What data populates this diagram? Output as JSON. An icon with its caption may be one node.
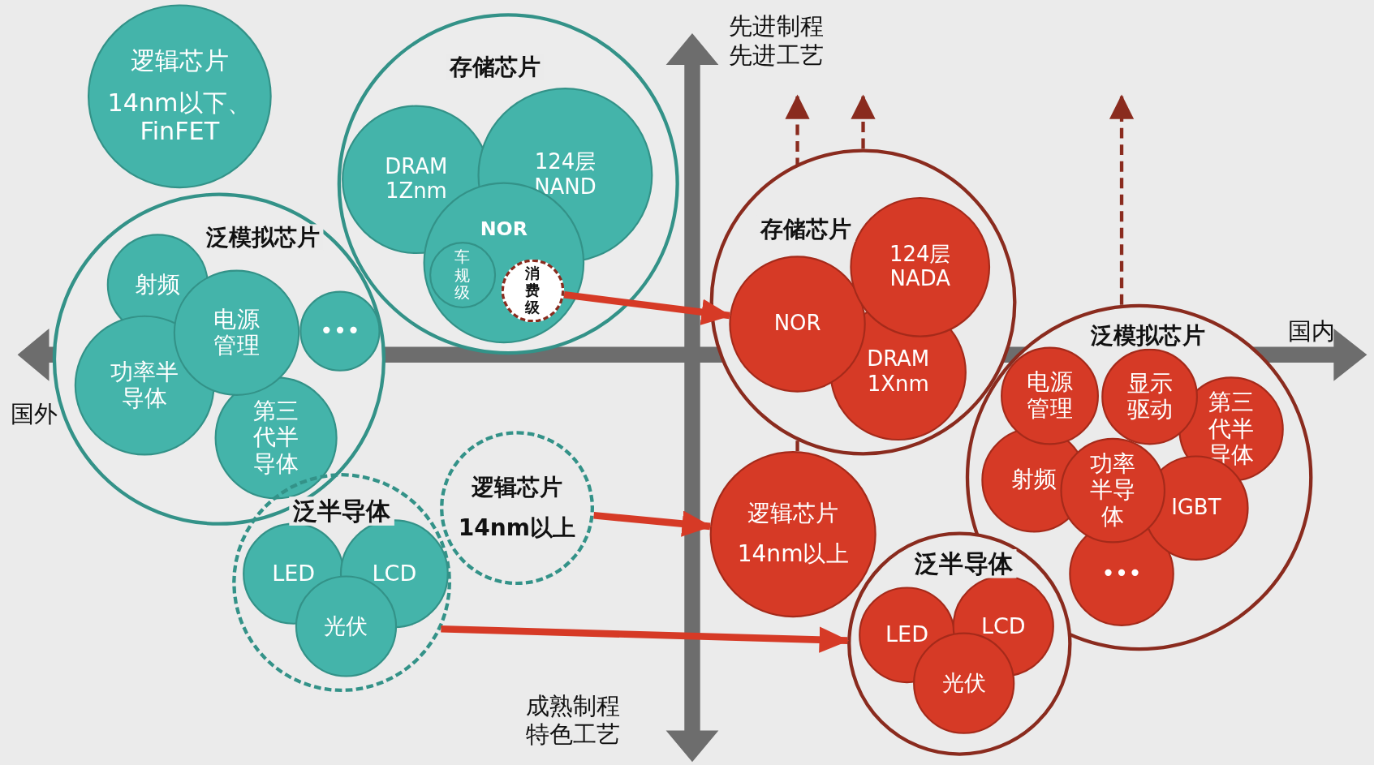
{
  "diagram": {
    "nodes": [
      {
        "text": [
          "逻辑芯片",
          "14nm以下、FinFET"
        ]
      },
      {
        "text": [
          "存储芯片"
        ]
      },
      {
        "text": [
          "DRAM 1Znm"
        ],
        "in": 1
      },
      {
        "text": [
          "124层 NAND"
        ],
        "in": 1
      },
      {
        "text": [
          "NOR"
        ],
        "in": 1
      },
      {
        "text": [
          "车规级"
        ],
        "in": 4
      },
      {
        "text": [
          "消费级"
        ],
        "in": 4
      },
      {
        "text": [
          "泛模拟芯片"
        ]
      },
      {
        "text": [
          "射频"
        ],
        "in": 7
      },
      {
        "text": [
          "电源管理"
        ],
        "in": 7
      },
      {
        "text": [
          "•••"
        ],
        "in": 7
      },
      {
        "text": [
          "功率半导体"
        ],
        "in": 7
      },
      {
        "text": [
          "第三代半导体"
        ],
        "in": 7
      },
      {
        "text": [
          "逻辑芯片",
          "14nm以上"
        ]
      },
      {
        "text": [
          "泛半导体"
        ]
      },
      {
        "text": [
          "LED"
        ],
        "in": 14
      },
      {
        "text": [
          "LCD"
        ],
        "in": 14
      },
      {
        "text": [
          "光伏"
        ],
        "in": 14
      },
      {
        "text": [
          "存储芯片"
        ]
      },
      {
        "text": [
          "124层 NADA"
        ],
        "in": 18
      },
      {
        "text": [
          "NOR"
        ],
        "in": 18
      },
      {
        "text": [
          "DRAM 1Xnm"
        ],
        "in": 18
      },
      {
        "text": [
          "逻辑芯片",
          "14nm以上"
        ]
      },
      {
        "text": [
          "泛模拟芯片"
        ]
      },
      {
        "text": [
          "电源管理"
        ],
        "in": 23
      },
      {
        "text": [
          "显示驱动"
        ],
        "in": 23
      },
      {
        "text": [
          "第三代半导体"
        ],
        "in": 23
      },
      {
        "text": [
          "射频"
        ],
        "in": 23
      },
      {
        "text": [
          "功率半导体"
        ],
        "in": 23
      },
      {
        "text": [
          "IGBT"
        ],
        "in": 23
      },
      {
        "text": [
          "•••"
        ],
        "in": 23
      },
      {
        "text": [
          "泛半导体"
        ]
      },
      {
        "text": [
          "LED"
        ],
        "in": 31
      },
      {
        "text": [
          "LCD"
        ],
        "in": 31
      },
      {
        "text": [
          "光伏"
        ],
        "in": 31
      }
    ],
    "edges": [
      {
        "from": 6,
        "to": 20,
        "arrow": "to",
        "style": "thick"
      },
      {
        "from": 13,
        "to": 22,
        "arrow": "to",
        "style": "thick"
      },
      {
        "from": 14,
        "to": 31,
        "arrow": "to",
        "style": "thick"
      },
      {
        "from": 22,
        "to": null,
        "arrow": "to",
        "style": "dashed",
        "color": "#8a2b1e"
      },
      {
        "from": 18,
        "to": null,
        "arrow": "to",
        "style": "dashed",
        "color": "#8a2b1e"
      },
      {
        "from": 23,
        "to": null,
        "arrow": "to",
        "style": "dashed",
        "color": "#8a2b1e"
      }
    ],
    "labels": [
      "先进制程",
      "先进工艺",
      "国内",
      "国外",
      "成熟制程",
      "特色工艺"
    ]
  }
}
